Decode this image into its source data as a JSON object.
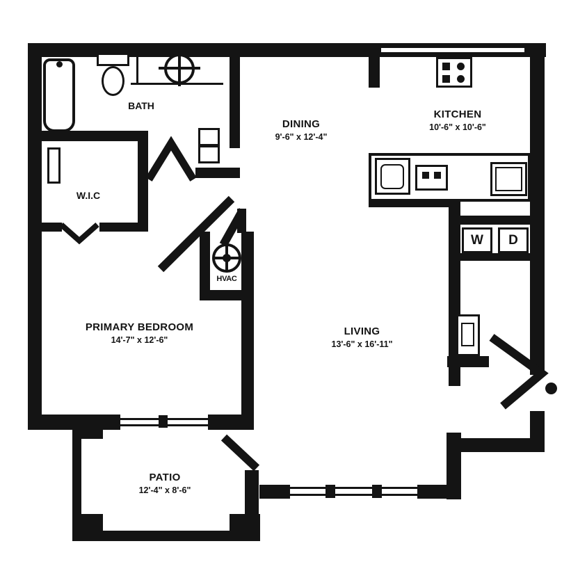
{
  "rooms": {
    "bath": {
      "label": "BATH"
    },
    "dining": {
      "label": "DINING",
      "dims": "9'-6\" x 12'-4\""
    },
    "kitchen": {
      "label": "KITCHEN",
      "dims": "10'-6\" x 10'-6\""
    },
    "wic": {
      "label": "W.I.C"
    },
    "bedroom": {
      "label": "PRIMARY BEDROOM",
      "dims": "14'-7\" x 12'-6\""
    },
    "living": {
      "label": "LIVING",
      "dims": "13'-6\" x 16'-11\""
    },
    "patio": {
      "label": "PATIO",
      "dims": "12'-4\" x 8'-6\""
    }
  },
  "appliances": {
    "washer": "W",
    "dryer": "D",
    "hvac": "HVAC"
  },
  "colors": {
    "wall": "#141414",
    "background": "#ffffff"
  }
}
